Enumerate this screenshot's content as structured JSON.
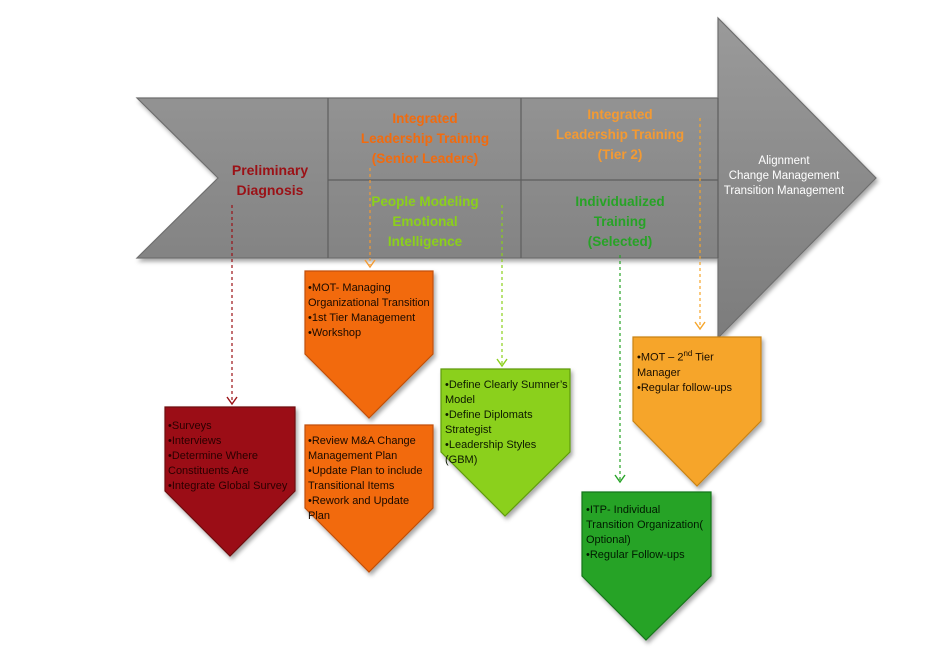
{
  "colors": {
    "arrow": "#8c8c8c",
    "arrow_light": "#a6a6a6",
    "dark_red": "#9b1116",
    "orange": "#f26b0e",
    "light_orange": "#f6a52a",
    "lime": "#8bd01a",
    "green": "#27a326"
  },
  "arrow": {
    "stage1": [
      "Preliminary",
      "Diagnosis"
    ],
    "stage2_top": [
      "Integrated",
      "Leadership Training",
      "(Senior Leaders)"
    ],
    "stage2_bottom": [
      "People Modeling",
      "Emotional",
      "Intelligence"
    ],
    "stage3_top": [
      "Integrated",
      "Leadership Training",
      "(Tier 2)"
    ],
    "stage3_bottom": [
      "Individualized",
      "Training",
      "(Selected)"
    ],
    "head": [
      "Alignment",
      "Change Management",
      "Transition Management"
    ]
  },
  "boxes": {
    "diagnosis": [
      "•Surveys",
      "•Interviews",
      "•Determine Where Constituents Are",
      "•Integrate Global Survey"
    ],
    "mot": [
      "•MOT- Managing Organizational Transition",
      "•1st Tier Management",
      "•Workshop"
    ],
    "review": [
      "•Review M&A Change Management Plan",
      "•Update Plan to include Transitional Items",
      "•Rework and Update Plan"
    ],
    "people": [
      "•Define Clearly Sumner’s Model",
      "•Define Diplomats Strategist",
      "•Leadership Styles (GBM)"
    ],
    "mot2": {
      "prefix": "•MOT – 2",
      "sup": "nd",
      "suffix": " Tier Manager",
      "line2": "•Regular follow-ups"
    },
    "itp": [
      "•ITP- Individual Transition Organization( Optional)",
      "•Regular Follow-ups"
    ]
  }
}
